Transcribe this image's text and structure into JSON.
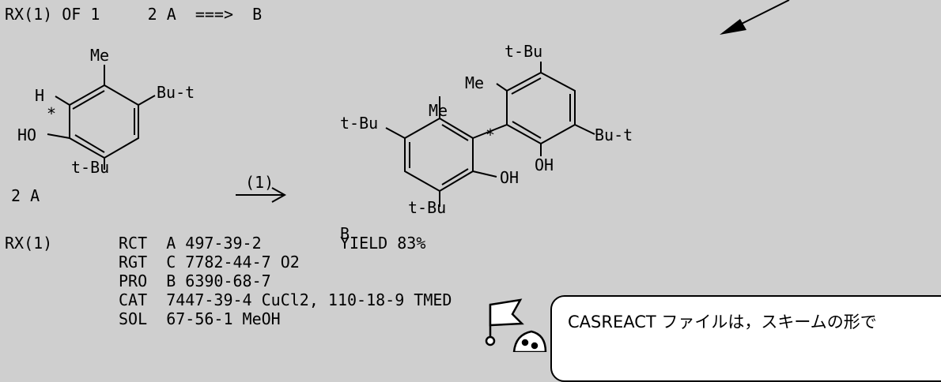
{
  "header": {
    "text": "RX(1) OF 1     2 A  ===>  B"
  },
  "reactant": {
    "label_me": "Me",
    "label_h": "H",
    "label_star": "*",
    "label_but": "Bu-t",
    "label_ho": "HO",
    "label_tbu": "t-Bu",
    "compound_label": "2 A"
  },
  "arrow": {
    "label": "(1)"
  },
  "product": {
    "label_tbu_top": "t-Bu",
    "label_me_right": "Me",
    "label_me_left": "Me",
    "label_tbu_left": "t-Bu",
    "label_star": "*",
    "label_but_right": "Bu-t",
    "label_oh_right": "OH",
    "label_oh_left": "OH",
    "label_tbu_bottom": "t-Bu",
    "compound_label": "B"
  },
  "details": {
    "rx": "RX(1)",
    "rows": [
      {
        "key": "RCT",
        "value": "A 497-39-2"
      },
      {
        "key": "RGT",
        "value": "C 7782-44-7 O2"
      },
      {
        "key": "PRO",
        "value": "B 6390-68-7"
      },
      {
        "key": "CAT",
        "value": "7447-39-4 CuCl2, 110-18-9 TMED"
      },
      {
        "key": "SOL",
        "value": "67-56-1 MeOH"
      }
    ],
    "yield": "YIELD 83%"
  },
  "callout": {
    "text": "CASREACT ファイルは，スキームの形で"
  },
  "colors": {
    "background": "#cfcfcf",
    "callout_bg": "#ffffff",
    "ink": "#000000"
  }
}
